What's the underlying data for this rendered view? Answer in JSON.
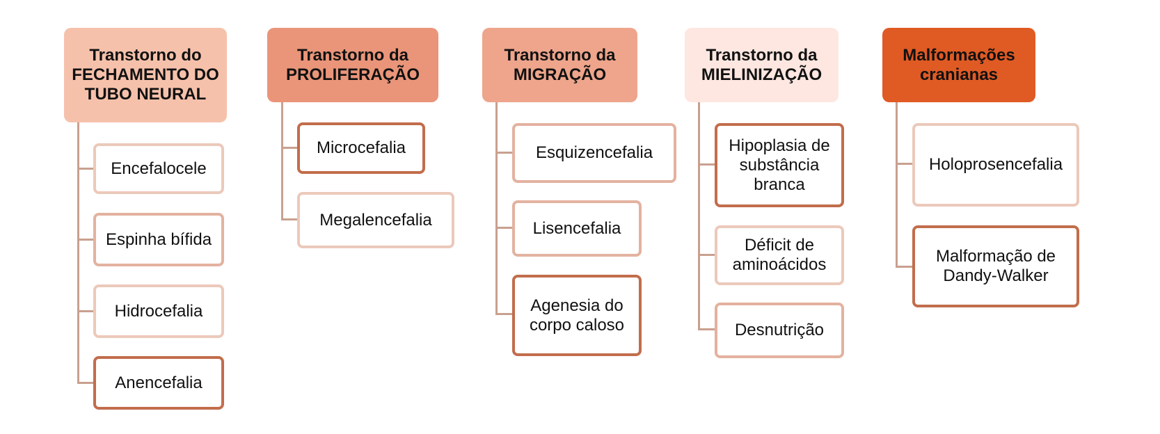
{
  "columns": [
    {
      "title": "Transtorno do\nFECHAMENTO DO\nTUBO NEURAL",
      "color": "#f6c1ab",
      "items": [
        {
          "label": "Encefalocele",
          "style": "light"
        },
        {
          "label": "Espinha bífida",
          "style": "mid"
        },
        {
          "label": "Hidrocefalia",
          "style": "light"
        },
        {
          "label": "Anencefalia",
          "style": "strong"
        }
      ]
    },
    {
      "title": "Transtorno da\nPROLIFERAÇÃO",
      "color": "#ea9579",
      "items": [
        {
          "label": "Microcefalia",
          "style": "strong"
        },
        {
          "label": "Megalencefalia",
          "style": "light"
        }
      ]
    },
    {
      "title": "Transtorno da\nMIGRAÇÃO",
      "color": "#eea58b",
      "items": [
        {
          "label": "Esquizencefalia",
          "style": "mid"
        },
        {
          "label": "Lisencefalia",
          "style": "mid"
        },
        {
          "label": "Agenesia do\ncorpo caloso",
          "style": "strong"
        }
      ]
    },
    {
      "title": "Transtorno da\nMIELINIZAÇÃO",
      "color": "#fde7e0",
      "items": [
        {
          "label": "Hipoplasia de\nsubstância\nbranca",
          "style": "strong"
        },
        {
          "label": "Déficit de\naminoácidos",
          "style": "light"
        },
        {
          "label": "Desnutrição",
          "style": "mid"
        }
      ]
    },
    {
      "title": "Malformações\ncranianas",
      "color": "#e05a24",
      "items": [
        {
          "label": "Holoprosencefalia",
          "style": "light"
        },
        {
          "label": "Malformação de\nDandy-Walker",
          "style": "strong"
        }
      ]
    }
  ]
}
